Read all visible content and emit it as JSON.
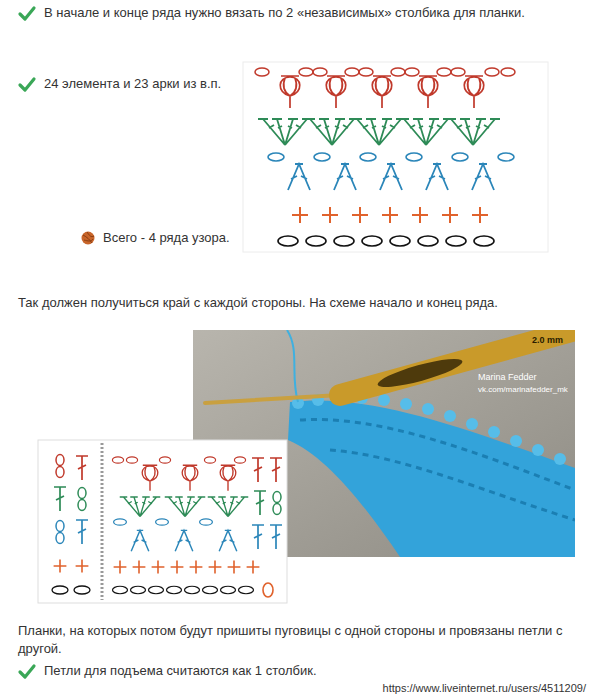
{
  "diagram": {
    "labels": [
      "В начале и конце ряда нужно вязать по 2 «независимых» столбика для планки.",
      "24 элемента и 23 арки из в.п.",
      "Всего - 4 ряда узора.",
      "Так должен получиться край с каждой стороны. На схеме начало и конец ряда.",
      "Marina Fedder",
      "vk.com/marinafedder_mk",
      "2.0 mm",
      "Планки, на которых потом будут пришиты пуговицы с одной стороны и провязаны петли с другой.",
      "Петли для подъема считаются как 1 столбик.",
      "https://www.liveinternet.ru/users/4511209/"
    ]
  }
}
